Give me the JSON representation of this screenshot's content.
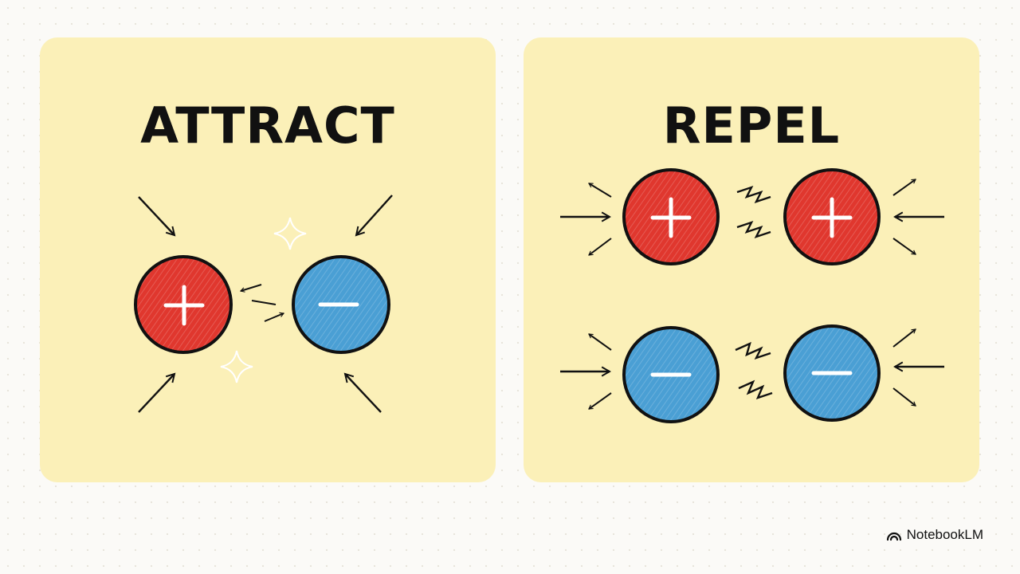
{
  "panels": {
    "attract": {
      "title": "ATTRACT",
      "charges": [
        "+",
        "−"
      ],
      "interaction": "attraction"
    },
    "repel": {
      "title": "REPEL",
      "rows": [
        {
          "charges": [
            "+",
            "+"
          ]
        },
        {
          "charges": [
            "−",
            "−"
          ]
        }
      ],
      "interaction": "repulsion"
    }
  },
  "colors": {
    "positive": "#e0372e",
    "negative": "#4a9fd4",
    "panel": "#fbf0b8",
    "ink": "#111111"
  },
  "icons": {
    "positive": "plus-sign",
    "negative": "minus-sign",
    "sparkle": "sparkle-icon",
    "zigzag": "zigzag-icon",
    "brand": "notebooklm-logo"
  },
  "branding": {
    "label": "NotebookLM"
  }
}
